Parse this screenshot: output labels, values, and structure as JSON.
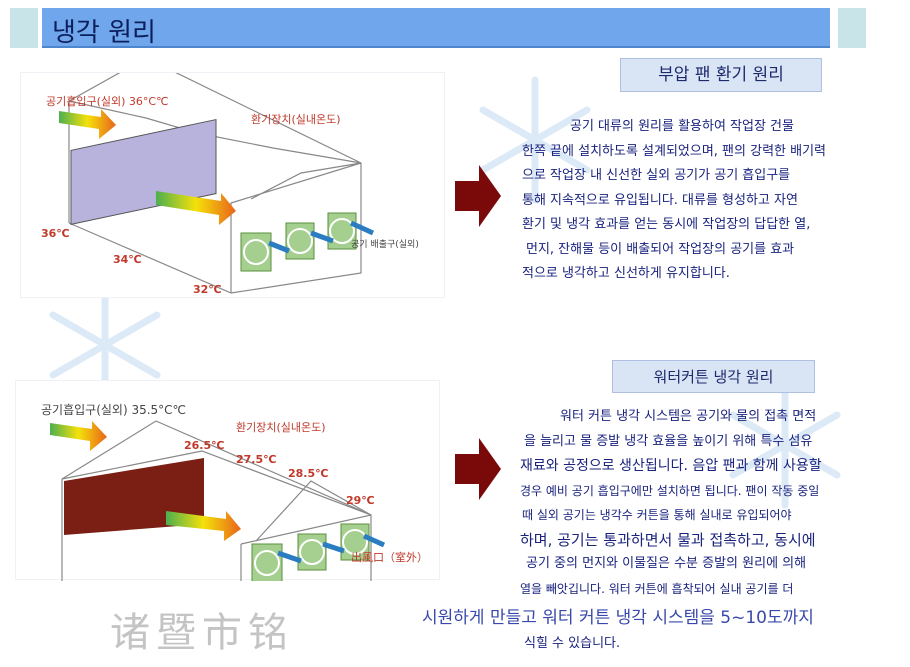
{
  "title": "냉각 원리",
  "section1": {
    "heading": "부압 팬 환기 원리",
    "diagram": {
      "inlet": "공기흡입구(실외) 36°C℃",
      "device": "환기장치(실내온도)",
      "outlet": "공기 배출구(실외)",
      "temps": [
        "36℃",
        "34℃",
        "32℃"
      ]
    },
    "lines": [
      "공기 대류의 원리를 활용하여 작업장 건물",
      "한쪽 끝에 설치하도록 설계되었으며, 팬의 강력한 배기력",
      "으로 작업장 내 신선한 실외 공기가 공기 흡입구를",
      "통해 지속적으로 유입됩니다. 대류를 형성하고 자연",
      "환기 및 냉각 효과를 얻는 동시에 작업장의 답답한 열,",
      "먼지, 잔해물 등이 배출되어 작업장의 공기를 효과",
      "적으로 냉각하고 신선하게 유지합니다."
    ]
  },
  "section2": {
    "heading": "워터커튼 냉각 원리",
    "diagram": {
      "inlet": "공기흡입구(실외) 35.5°C℃",
      "device": "환기장치(실내온도)",
      "outlet": "出風口（室外）",
      "temps": [
        "26.5℃",
        "27.5℃",
        "28.5℃",
        "29℃"
      ]
    },
    "lines": [
      "워터 커튼 냉각 시스템은 공기와 물의 접촉 면적",
      "을 늘리고 물 증발 냉각 효율을 높이기 위해 특수 섬유",
      "재료와 공정으로 생산됩니다. 음압 팬과 함께 사용할",
      "경우 예비 공기 흡입구에만 설치하면 됩니다. 팬이 작동 중일",
      "때 실외 공기는 냉각수 커튼을 통해 실내로 유입되어야",
      "하며, 공기는 통과하면서 물과 접촉하고, 동시에",
      "공기 중의 먼지와 이물질은 수분 증발의 원리에 의해",
      "열을 빼앗깁니다. 워터 커튼에 흡착되어 실내 공기를 더"
    ],
    "big_line": "시원하게 만들고 워터 커튼 냉각 시스템을 5~10도까지",
    "last_line": "식힐 수 있습니다."
  },
  "watermark": "诸暨市铭",
  "colors": {
    "title_bar": "#6fa6ec",
    "arrow": "#7a0a0a",
    "text": "#1a237e"
  }
}
